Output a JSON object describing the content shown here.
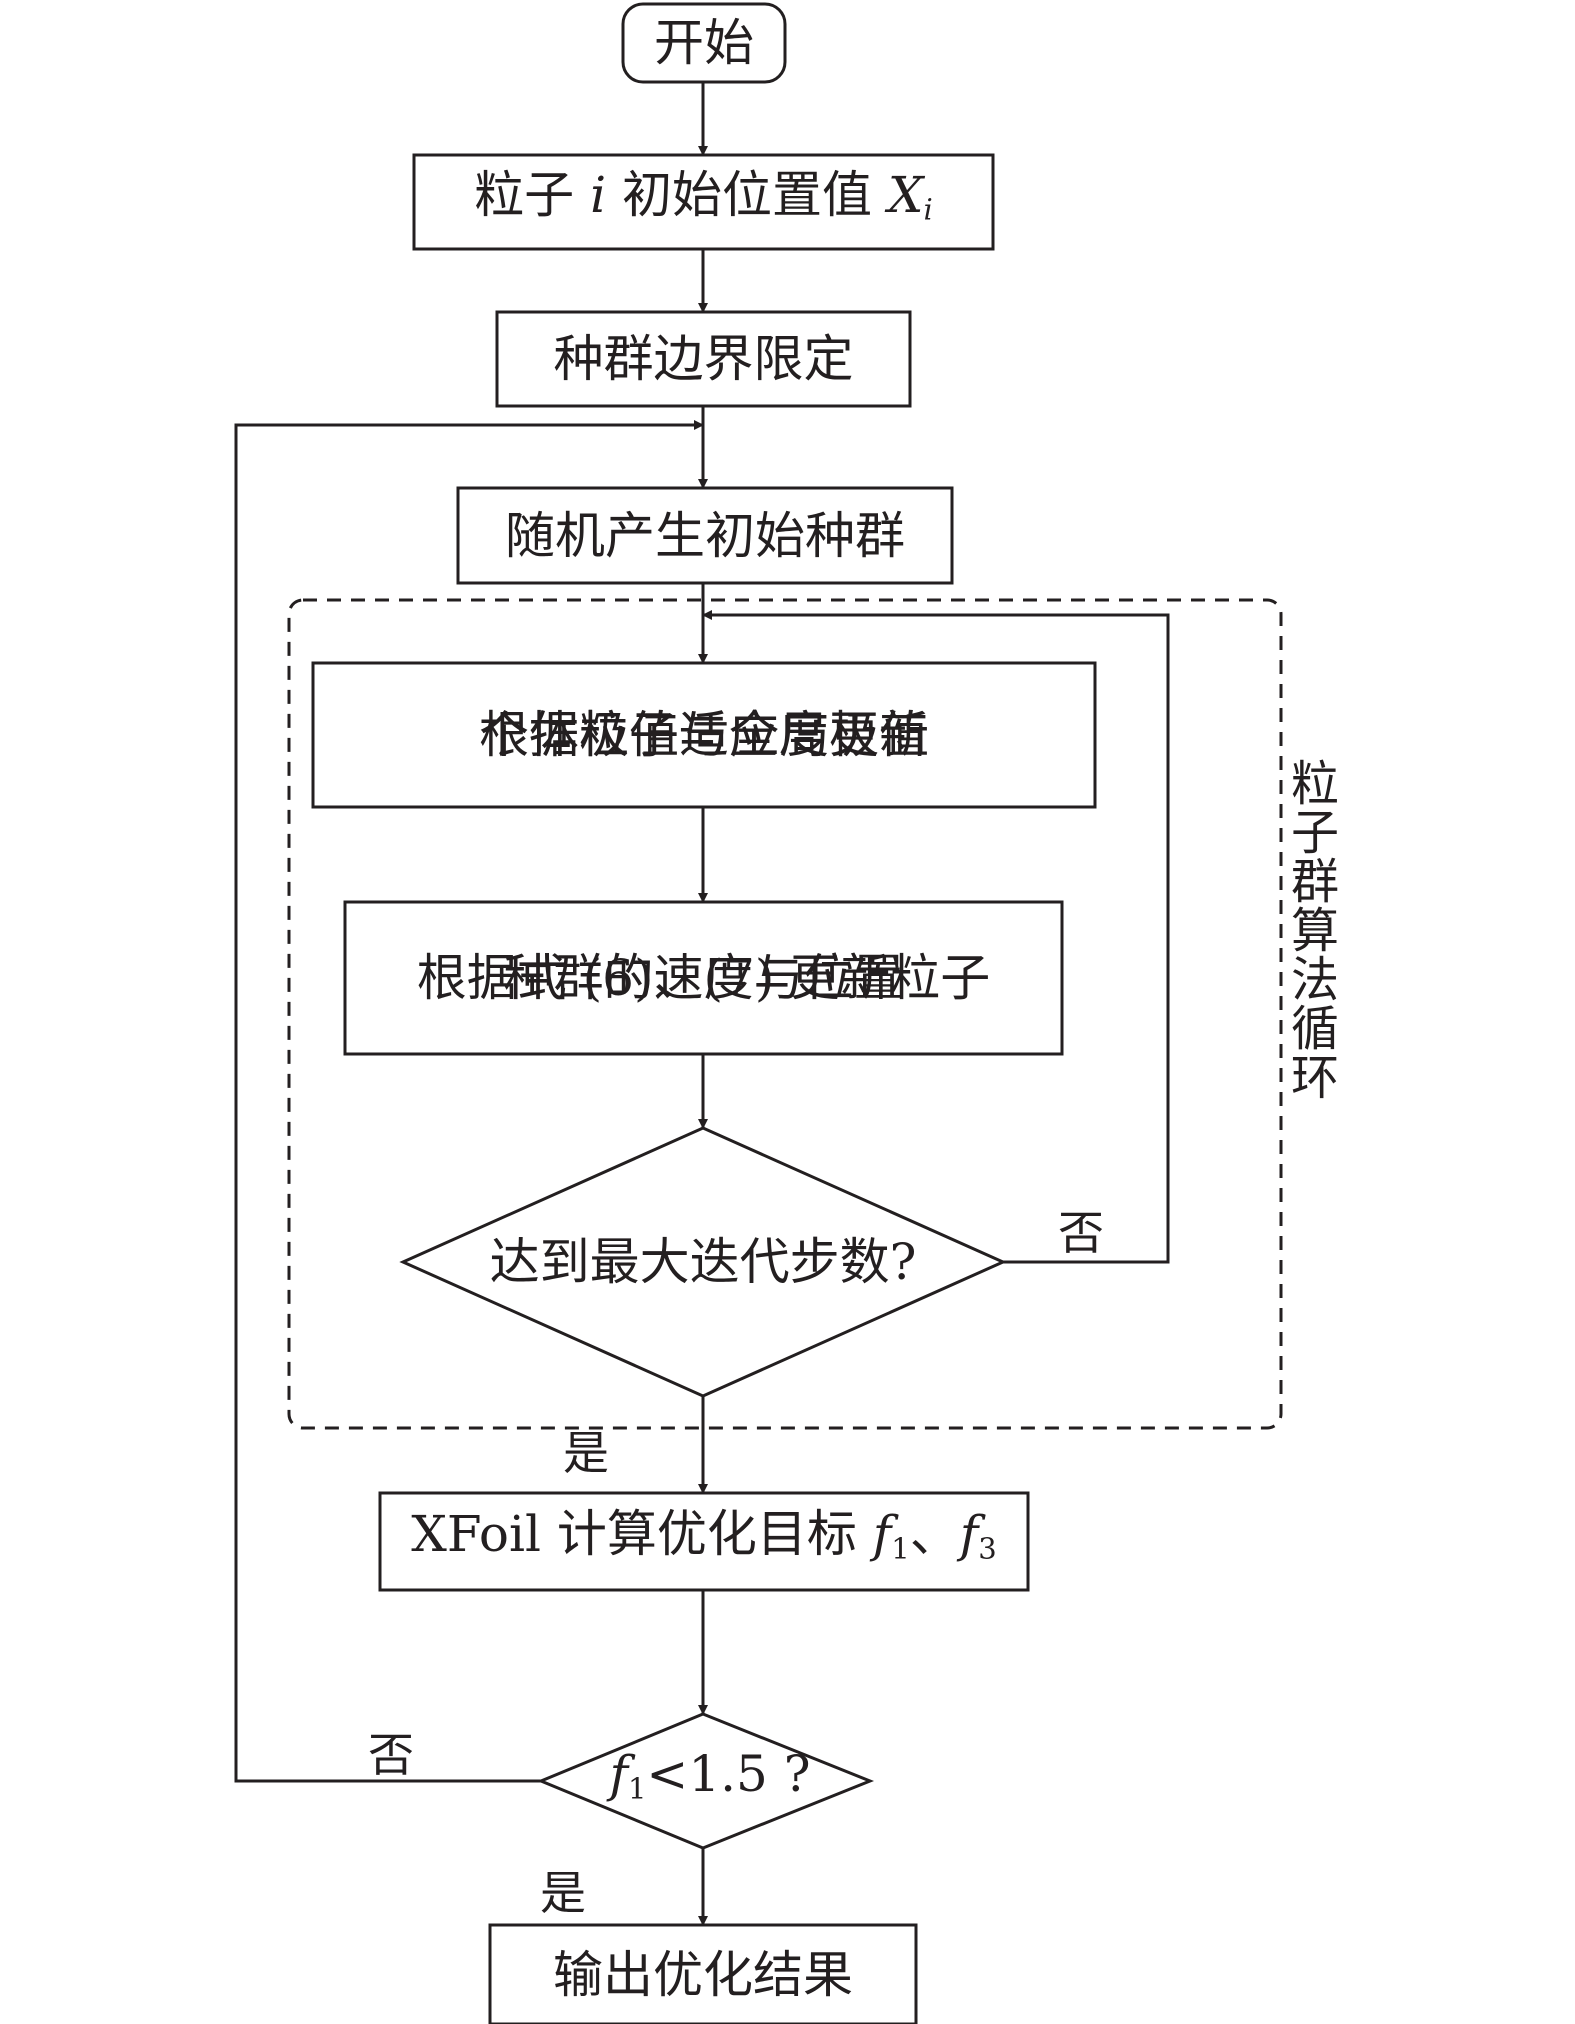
{
  "nodes": {
    "start": "开始",
    "init_pos": {
      "text": "粒子",
      "var": "i",
      "text2": "初始位置值",
      "var2": "X",
      "sub2": "i"
    },
    "bounds": "种群边界限定",
    "rand_pop": "随机产生初始种群",
    "update_best": {
      "line1": "根据粒子适应度更新",
      "line2": "个体极值与全局极值"
    },
    "update_vel": {
      "line1": "根据式 (6)、(7) 更新粒子",
      "line2": "种群的速度与位置"
    },
    "max_iter": "达到最大迭代步数?",
    "xfoil": {
      "text": "XFoil 计算优化目标",
      "f1": "f",
      "f1_sub": "1",
      "sep": "、",
      "f3": "f",
      "f3_sub": "3"
    },
    "check_f1": {
      "f": "f",
      "f_sub": "1",
      "rest": "<1.5 ?"
    },
    "output": "输出优化结果"
  },
  "labels": {
    "no_inner": "否",
    "yes_inner": "是",
    "no_outer": "否",
    "yes_outer": "是",
    "loop_label": "粒子群算法循环"
  },
  "colors": {
    "stroke": "#231f20",
    "background": "#ffffff"
  }
}
